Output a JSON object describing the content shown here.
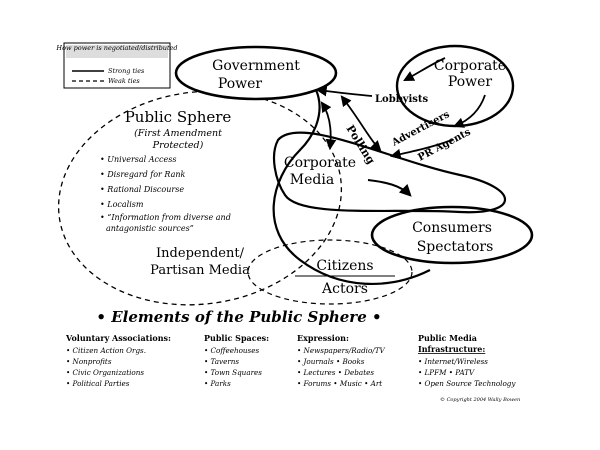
{
  "legend": {
    "caption": "How power is negotiated/distributed",
    "strong": "Strong ties",
    "weak": "Weak ties"
  },
  "nodes": {
    "government": "Government Power",
    "corporate_power": "Corporate Power",
    "corporate_media": "Corporate Media",
    "consumers": "Consumers Spectators",
    "independent": "Independent/ Partisan Media",
    "citizens": "Citizens Actors"
  },
  "relations": {
    "lobbyists": "Lobbyists",
    "polling": "Polling",
    "advertisers": "Advertisers",
    "pr_agents": "PR Agents"
  },
  "public_sphere": {
    "title": "Public Sphere",
    "subtitle": "(First Amendment Protected)",
    "items": [
      "Universal Access",
      "Disregard for Rank",
      "Rational Discourse",
      "Localism",
      "\"Information from diverse and antagonistic sources\""
    ]
  },
  "elements_title": "Elements of the Public Sphere",
  "columns": [
    {
      "heading": "Voluntary Associations:",
      "items": [
        "Citizen Action Orgs.",
        "Nonprofits",
        "Civic Organizations",
        "Political Parties"
      ]
    },
    {
      "heading": "Public Spaces:",
      "items": [
        "Coffeehouses",
        "Taverns",
        "Town Squares",
        "Parks"
      ]
    },
    {
      "heading": "Expression:",
      "items": [
        "Newspapers/Radio/TV",
        "Journals • Books",
        "Lectures • Debates",
        "Forums • Music • Art"
      ]
    },
    {
      "heading": "Public Media Infrastructure:",
      "items": [
        "Internet/Wireless",
        "LPFM • PATV",
        "Open Source Technology"
      ]
    }
  ],
  "copyright": "© Copyright 2004 Wally Bowen"
}
